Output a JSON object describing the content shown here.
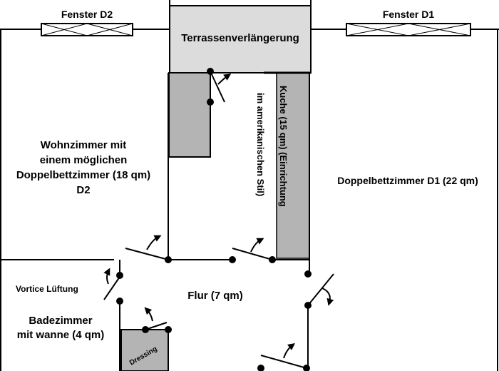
{
  "labels": {
    "window_d2": "Fenster D2",
    "window_d1": "Fenster D1",
    "terrace": "Terrassenverlängerung",
    "kitchen_line1": "Kuche (15 qm) (Einrichtung",
    "kitchen_line2": "im amerikanischen Stil)",
    "living_line1": "Wohnzimmer mit",
    "living_line2": "einem möglichen",
    "living_line3": "Doppelbettzimmer (18 qm)",
    "living_line4": "D2",
    "bedroom_d1": "Doppelbettzimmer D1 (22 qm)",
    "ventilation": "Vortice Lüftung",
    "hall": "Flur (7 qm)",
    "bath_line1": "Badezimmer",
    "bath_line2": "mit wanne (4 qm)",
    "dressing": "Dressing"
  },
  "colors": {
    "wall": "#000000",
    "fill_gray": "#b4b4b4",
    "terrace_fill": "#dcdcdc"
  }
}
